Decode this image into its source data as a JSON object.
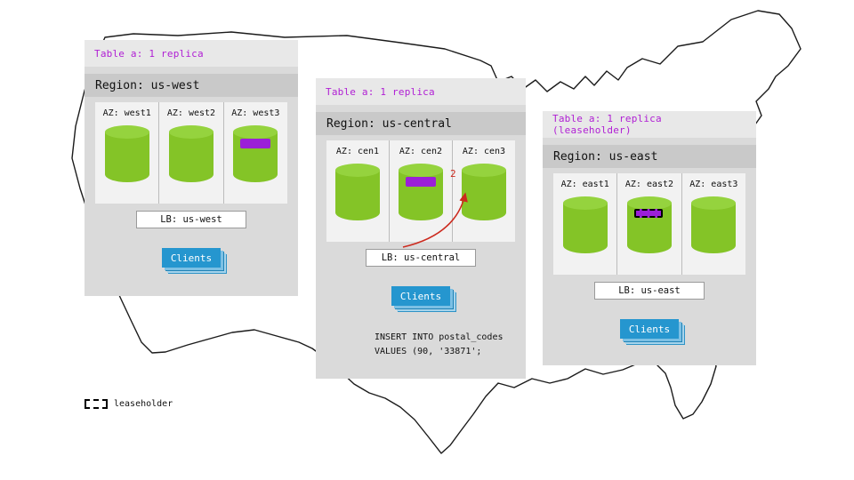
{
  "colors": {
    "cylinder_green": "#84c427",
    "cylinder_top_green": "#95d33e",
    "replica_purple": "#9b1fd8",
    "clients_blue": "#2596cf",
    "panel_gray": "#dadada",
    "region_bar_gray": "#c9c9c9",
    "title_magenta": "#b01fd4",
    "arrow_red": "#cc2a1e"
  },
  "legend": {
    "label": "leaseholder"
  },
  "panels": [
    {
      "name": "us-west",
      "title": "Table a: 1 replica",
      "region_label": "Region: us-west",
      "azs": [
        {
          "label": "AZ: west1",
          "has_replica": false
        },
        {
          "label": "AZ: west2",
          "has_replica": false
        },
        {
          "label": "AZ: west3",
          "has_replica": true
        }
      ],
      "lb_label": "LB: us-west",
      "clients_label": "Clients"
    },
    {
      "name": "us-central",
      "title": "Table a: 1 replica",
      "region_label": "Region: us-central",
      "azs": [
        {
          "label": "AZ: cen1",
          "has_replica": false
        },
        {
          "label": "AZ: cen2",
          "has_replica": true
        },
        {
          "label": "AZ: cen3",
          "has_replica": false
        }
      ],
      "lb_label": "LB: us-central",
      "clients_label": "Clients",
      "arrow_label": "2",
      "sql_line1": "INSERT INTO postal_codes",
      "sql_line2": "VALUES (90, '33871';"
    },
    {
      "name": "us-east",
      "title": "Table a: 1 replica (leaseholder)",
      "region_label": "Region: us-east",
      "azs": [
        {
          "label": "AZ: east1",
          "has_replica": false
        },
        {
          "label": "AZ: east2",
          "has_replica": true,
          "is_leaseholder": true
        },
        {
          "label": "AZ: east3",
          "has_replica": false
        }
      ],
      "lb_label": "LB: us-east",
      "clients_label": "Clients"
    }
  ]
}
